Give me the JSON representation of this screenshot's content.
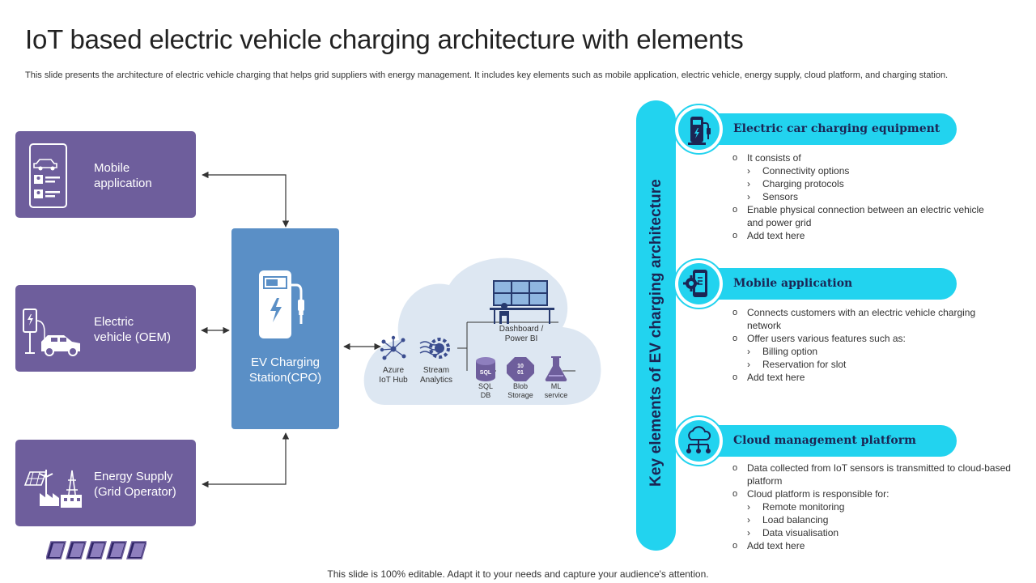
{
  "slide": {
    "title": "IoT based electric vehicle charging architecture with elements",
    "subtitle": "This slide presents the architecture of electric vehicle charging that helps grid suppliers with energy management. It includes key elements such as mobile application, electric vehicle, energy supply, cloud platform, and charging station.",
    "footer": "This slide is 100% editable. Adapt it to your needs and capture your audience's attention."
  },
  "diagram": {
    "left_nodes": [
      {
        "line1": "Mobile",
        "line2": "application",
        "icon": "smartphone-icon"
      },
      {
        "line1": "Electric",
        "line2": "vehicle (OEM)",
        "icon": "ev-charging-car-icon"
      },
      {
        "line1": "Energy Supply",
        "line2": "(Grid Operator)",
        "icon": "power-grid-icon"
      }
    ],
    "center_node": {
      "line1": "EV Charging",
      "line2": "Station(CPO)",
      "icon": "charging-station-icon"
    },
    "cloud": {
      "dashboard_line1": "Dashboard /",
      "dashboard_line2": "Power BI",
      "azure_line1": "Azure",
      "azure_line2": "IoT Hub",
      "stream_line1": "Stream",
      "stream_line2": "Analytics",
      "sql_line1": "SQL",
      "sql_line2": "DB",
      "blob_line1": "Blob",
      "blob_line2": "Storage",
      "ml_line1": "ML",
      "ml_line2": "service",
      "sql_icon_text": "SQL",
      "blob_icon_text": "10\n01"
    }
  },
  "key_elements": {
    "vertical_title": "Key elements of EV charging architecture",
    "accent_color": "#22d3ef",
    "sections": [
      {
        "title": "Electric car charging equipment",
        "icon": "charging-equipment-icon",
        "items": [
          {
            "level": 1,
            "text": "It consists of"
          },
          {
            "level": 2,
            "text": "Connectivity options"
          },
          {
            "level": 2,
            "text": "Charging protocols"
          },
          {
            "level": 2,
            "text": "Sensors"
          },
          {
            "level": 1,
            "text": "Enable physical connection between an electric vehicle and power grid"
          },
          {
            "level": 1,
            "text": "Add text here"
          }
        ]
      },
      {
        "title": "Mobile application",
        "icon": "mobile-settings-icon",
        "items": [
          {
            "level": 1,
            "text": "Connects customers with an electric vehicle charging network"
          },
          {
            "level": 1,
            "text": "Offer users various features such as:"
          },
          {
            "level": 2,
            "text": "Billing option"
          },
          {
            "level": 2,
            "text": "Reservation for slot"
          },
          {
            "level": 1,
            "text": "Add text here"
          }
        ]
      },
      {
        "title": "Cloud management platform",
        "icon": "cloud-network-icon",
        "items": [
          {
            "level": 1,
            "text": "Data collected from IoT sensors is transmitted to cloud-based platform"
          },
          {
            "level": 1,
            "text": "Cloud platform is responsible for:"
          },
          {
            "level": 2,
            "text": "Remote monitoring"
          },
          {
            "level": 2,
            "text": "Load balancing"
          },
          {
            "level": 2,
            "text": "Data visualisation"
          },
          {
            "level": 1,
            "text": "Add text here"
          }
        ]
      }
    ]
  },
  "colors": {
    "node_purple": "#6e5e9c",
    "station_blue": "#5a8fc6",
    "cloud_fill": "#dde7f2",
    "heading_navy": "#1b2554"
  }
}
